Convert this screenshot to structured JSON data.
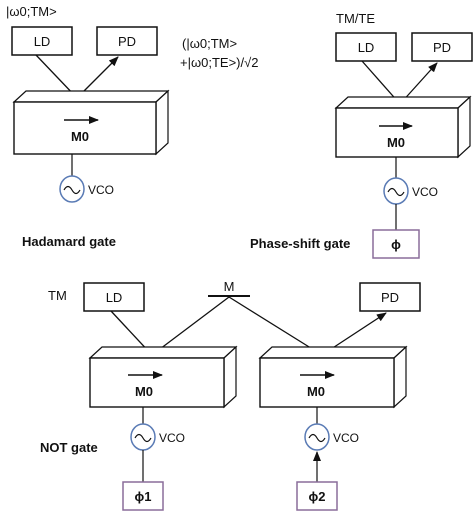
{
  "hadamard": {
    "input_state": "|ω0;TM>",
    "output_state_line1": "(|ω0;TM>",
    "output_state_line2": "+|ω0;TE>)/√2",
    "ld": "LD",
    "pd": "PD",
    "magnetization": "M0",
    "vco": "VCO",
    "caption": "Hadamard gate"
  },
  "phase_shift": {
    "mode_label": "TM/TE",
    "ld": "LD",
    "pd": "PD",
    "magnetization": "M0",
    "vco": "VCO",
    "phase": "ϕ",
    "caption": "Phase-shift gate"
  },
  "not_gate": {
    "input_mode": "TM",
    "mirror": "M",
    "ld": "LD",
    "pd": "PD",
    "magnetization_1": "M0",
    "magnetization_2": "M0",
    "vco_1": "VCO",
    "vco_2": "VCO",
    "phase_1": "ϕ1",
    "phase_2": "ϕ2",
    "caption": "NOT gate"
  },
  "colors": {
    "line": "#111111",
    "vco_ring": "#5a7bb5",
    "phase_box": "#8a6d9a"
  }
}
